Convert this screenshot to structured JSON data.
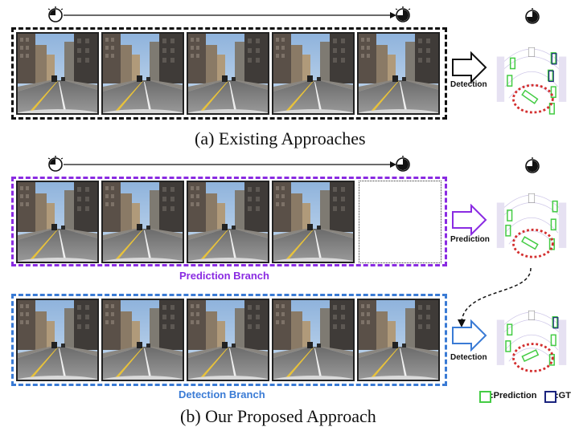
{
  "section_a": {
    "caption": "(a) Existing Approaches",
    "arrow_label": "Detection",
    "frame_count": 5
  },
  "section_b": {
    "caption": "(b) Our Proposed Approach",
    "prediction_branch": {
      "label": "Prediction Branch",
      "arrow_label": "Prediction",
      "color": "#8a2be2"
    },
    "detection_branch": {
      "label": "Detection Branch",
      "arrow_label": "Detection",
      "color": "#3a7bd5"
    }
  },
  "legend": {
    "prediction_label": ":Prediction",
    "prediction_color": "#44cc44",
    "gt_label": ":GT",
    "gt_color": "#1a237e"
  },
  "colors": {
    "highlight_circle": "#d32f2f"
  }
}
